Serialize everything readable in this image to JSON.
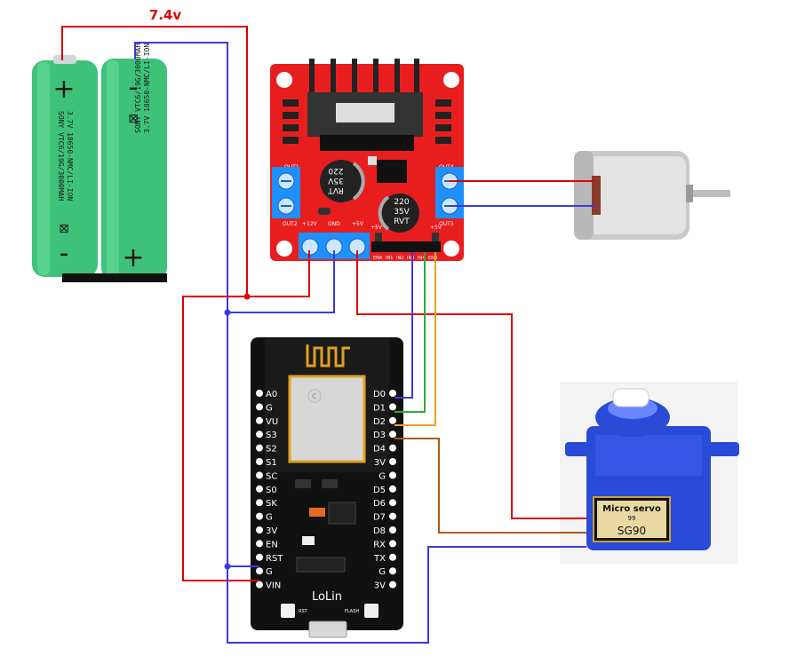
{
  "supply": {
    "voltage_label": "7.4v"
  },
  "battery_left": {
    "plus": "+",
    "minus": "-",
    "line1": "SONY VTC6/19G/3000MAH",
    "line2": "3.7V 18650-NMC/LI-ION"
  },
  "battery_right": {
    "plus": "+",
    "minus": "-",
    "line1": "SONY VTC6/19G/3000MAH",
    "line2": "3.7V 18650-NMC/LI-ION"
  },
  "driver": {
    "out1": "OUT1",
    "out2": "OUT2",
    "out3": "OUT3",
    "out4": "OUT4",
    "p12v": "+12V",
    "gnd": "GND",
    "p5v": "+5V",
    "p5v_ena": "+5V",
    "p5v_enb": "+5V",
    "cap_text": [
      "220",
      "35V",
      "RVT"
    ],
    "pins": [
      "ENA",
      "IN1",
      "IN2",
      "IN3",
      "IN4",
      "ENB"
    ]
  },
  "nodemcu": {
    "left_pins": [
      "A0",
      "G",
      "VU",
      "S3",
      "S2",
      "S1",
      "SC",
      "S0",
      "SK",
      "G",
      "3V",
      "EN",
      "RST",
      "G",
      "VIN"
    ],
    "right_pins": [
      "D0",
      "D1",
      "D2",
      "D3",
      "D4",
      "3V",
      "G",
      "D5",
      "D6",
      "D7",
      "D8",
      "RX",
      "TX",
      "G",
      "3V"
    ],
    "brand": "LoLin",
    "rst": "RST",
    "flash": "FLASH"
  },
  "servo": {
    "label_line1": "Micro servo",
    "label_line2": "99",
    "model": "SG90"
  },
  "colors": {
    "wire_red": "#e00000",
    "wire_blue": "#3b3bdb",
    "wire_green": "#2eaa3a",
    "wire_orange": "#f0a020",
    "wire_brown": "#b05a10",
    "driver_board": "#e81e1e",
    "terminal_blue": "#1e90ff",
    "battery_green": "#3ec27a",
    "nodemcu_board": "#111111",
    "servo_blue": "#2a4ad8"
  }
}
